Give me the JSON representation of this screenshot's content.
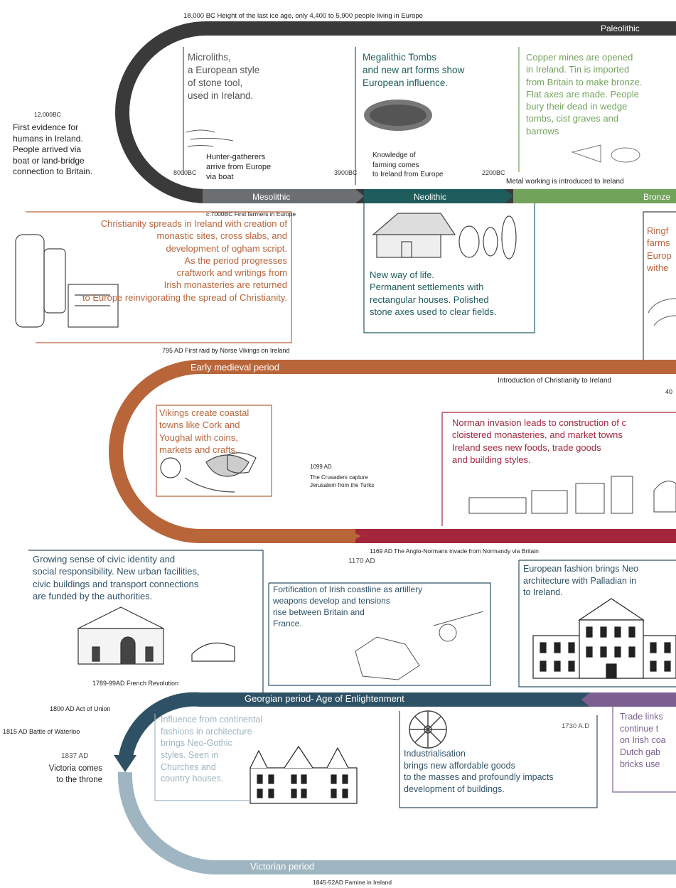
{
  "colors": {
    "paleolithic": "#3a3a3a",
    "mesolithic": "#6b6f72",
    "neolithic": "#1f5d5c",
    "bronze": "#72a35b",
    "early_medieval": "#b9653a",
    "norman": "#a3263d",
    "georgian": "#2f5166",
    "georgian_right": "#7b6090",
    "victorian": "#9fb5c1",
    "text_dark": "#222222"
  },
  "top": {
    "caption": "18,000 BC Height of the last ice age, only 4,400 to 5,900 people living in Europe",
    "paleolithic_label": "Paleolithic"
  },
  "left_note": {
    "year": "12,000BC",
    "text": "First evidence for\nhumans in Ireland.\nPeople arrived via\nboat or land-bridge\nconnection to Britain."
  },
  "row1": {
    "microliths": "Microliths,\na European style\nof stone tool,\nused in Ireland.",
    "hunter_gatherers": "Hunter-gatherers\narrive from Europe\nvia boat",
    "hunter_year": "8000BC",
    "megalithic": "Megalithic Tombs\nand new art forms show\nEuropean influence.",
    "farming": "Knowledge of\nfarming comes\nto Ireland from Europe",
    "farming_year": "3900BC",
    "copper": "Copper mines are opened\nin Ireland. Tin is imported\nfrom Britain to make bronze.\nFlat axes are made. People\nbury their dead in wedge\ntombs, cist graves and\nbarrows",
    "metal_year": "2200BC",
    "metal_working": "Metal working is introduced to Ireland",
    "mesolithic_label": "Mesolithic",
    "neolithic_label": "Neolithic",
    "bronze_label": "Bronze",
    "first_farmers": "c.7000BC First farmers in Europe"
  },
  "row2": {
    "christianity": "Christianity spreads in Ireland with creation of\nmonastic sites, cross slabs, and\ndevelopment of ogham script.\nAs the period progresses\ncraftwork and writings from\nIrish monasteries are returned\nto Europe reinvigorating the spread of Christianity.",
    "new_way": "New way of life.\nPermanent settlements with\nrectangular houses. Polished\nstone axes used to clear fields.",
    "right_partial": "Ringf\nfarms\nEurop\nwithe",
    "viking_raid": "795 AD First raid by Norse Vikings on Ireland",
    "early_medieval_label": "Early medieval period",
    "christianity_intro": "Introduction of Christianity to Ireland",
    "intro_year": "40"
  },
  "row3": {
    "vikings": "Vikings create coastal\ntowns like Cork and\nYoughal with coins,\nmarkets and crafts.",
    "crusades_year": "1099 AD",
    "crusades": "The Crusaders capture\nJerusalem from the Turks",
    "norman": "Norman invasion leads to construction of c\ncloistered monasteries, and market towns\nIreland sees new foods, trade goods\nand building styles.",
    "anglo_norman": "1169 AD The Anglo-Normans invade from Normandy via Britain",
    "year_1170": "1170 AD"
  },
  "row4": {
    "civic": "Growing sense of civic identity and\nsocial responsibility. New urban facilities,\ncivic buildings and transport connections\nare funded by the authorities.",
    "fortification": "Fortification of Irish coastline as artillery\nweapons develop and tensions\nrise between Britain and\nFrance.",
    "european_fashion": "European fashion brings Neo\narchitecture with Palladian in\nto Ireland.",
    "french_revolution": "1789-99AD French Revolution",
    "georgian_label": "Georgian period- Age of Enlightenment"
  },
  "row5": {
    "act_union": "1800 AD Act of Union",
    "waterloo": "1815 AD Battle of Waterloo",
    "victoria_year": "1837 AD",
    "victoria": "Victoria comes\nto the throne",
    "continental": "Influence from continental\nfashions in architecture\nbrings Neo-Gothic\nstyles. Seen in\nChurches and\ncountry houses.",
    "industrial": "Industrialisation\nbrings new affordable goods\nto the masses and profoundly impacts\ndevelopment of buildings.",
    "year_1730": "1730 A.D",
    "trade": "Trade links\ncontinue t\non Irish coa\nDutch gab\nbricks use",
    "victorian_label": "Victorian period",
    "famine": "1845-52AD Famine in Ireland"
  }
}
